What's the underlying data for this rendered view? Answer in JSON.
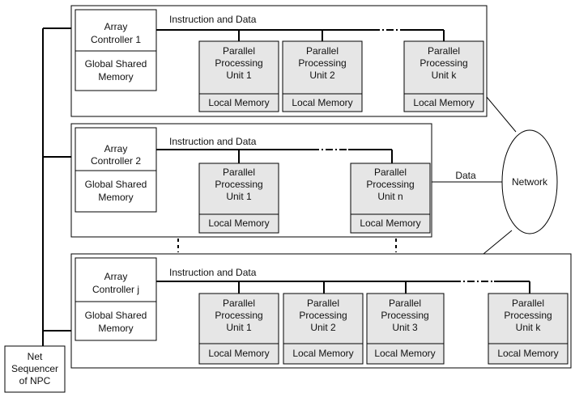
{
  "labels": {
    "instruction_and_data": "Instruction and Data",
    "array_controller": "Array",
    "global_shared_memory_line1": "Global Shared",
    "global_shared_memory_line2": "Memory",
    "ppu_line1": "Parallel",
    "ppu_line2": "Processing",
    "local_memory": "Local Memory",
    "data": "Data",
    "network": "Network",
    "net_sequencer_line1": "Net",
    "net_sequencer_line2": "Sequencer",
    "net_sequencer_line3": "of NPC"
  },
  "groups": [
    {
      "controller": "Controller 1",
      "units": [
        "Unit 1",
        "Unit 2",
        "Unit k"
      ]
    },
    {
      "controller": "Controller 2",
      "units": [
        "Unit 1",
        "Unit n"
      ]
    },
    {
      "controller": "Controller j",
      "units": [
        "Unit 1",
        "Unit 2",
        "Unit 3",
        "Unit k"
      ]
    }
  ],
  "colors": {
    "unit_fill": "#e6e6e6",
    "line": "#000000",
    "background": "#ffffff"
  }
}
